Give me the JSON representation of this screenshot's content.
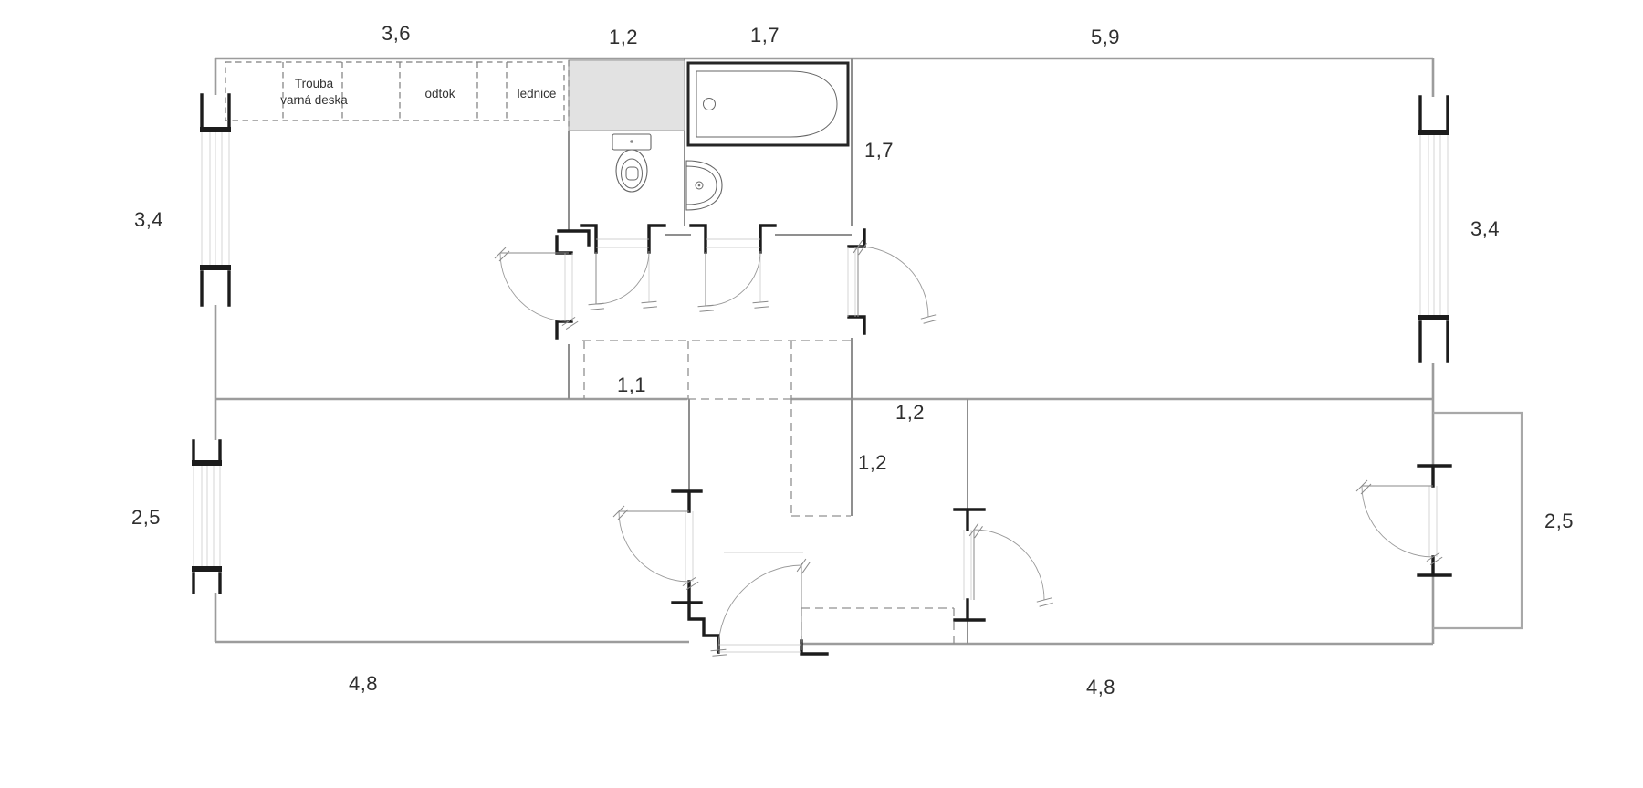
{
  "plan": {
    "dimensions": {
      "top_width_kitchen": "3,6",
      "top_width_wc": "1,2",
      "top_width_bath": "1,7",
      "top_width_right_room": "5,9",
      "left_height_top": "3,4",
      "right_height_top": "3,4",
      "bath_depth": "1,7",
      "hall_passage_width": "1,1",
      "nook_width": "1,2",
      "nook_depth": "1,2",
      "left_height_bottom": "2,5",
      "right_height_bottom": "2,5",
      "bottom_width_left": "4,8",
      "bottom_width_right": "4,8"
    },
    "kitchen": {
      "appliance_line1": "Trouba",
      "appliance_line2": "varná deska",
      "drain_label": "odtok",
      "fridge_label": "lednice"
    },
    "colors": {
      "wall": "#8f8f8f",
      "outer_wall": "#9c9c9c",
      "jamb": "#1c1c1c",
      "fixture": "#666666",
      "dashed": "#909090",
      "vanity_fill": "#e2e2e2",
      "text": "#2e2e2e",
      "background": "#ffffff"
    }
  }
}
